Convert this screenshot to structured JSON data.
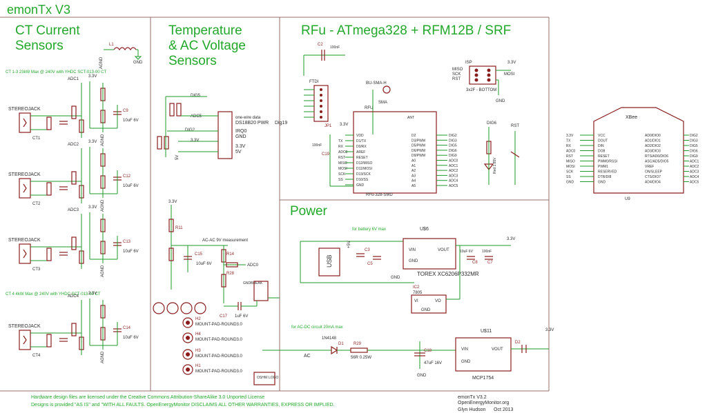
{
  "title": "emonTx V3",
  "sections": {
    "ct": {
      "line1": "CT Current",
      "line2": "Sensors"
    },
    "temp": {
      "line1": "Temperature",
      "line2": "& AC Voltage",
      "line3": "Sensors"
    },
    "rfu": {
      "title": "RFu - ATmega328 + RFM12B / SRF"
    },
    "power": {
      "title": "Power"
    }
  },
  "ct_panel": {
    "note_top": "CT 1-3 23kW Max @ 240V with YHDC SCT-013-00 CT",
    "note_bottom": "CT 4 4kW Max @ 240V with YHDC SCT-013-00 CT",
    "jacks": [
      "STEREOJACK",
      "STEREOJACK",
      "STEREOJACK",
      "STEREOJACK"
    ],
    "ct_labels": [
      "CT1",
      "CT2",
      "CT3",
      "CT4"
    ],
    "adc_labels": [
      "ADC1",
      "ADC2",
      "ADC3",
      "ADC4"
    ],
    "caps": [
      "C9",
      "C12",
      "C13",
      "C14"
    ],
    "cap_values": [
      "10uF 6V",
      "10uF 6V",
      "10uF 6V",
      "10uF 6V"
    ],
    "rail": "3.3V",
    "agnd": "AGND",
    "inductor": "L1",
    "gnd": "GND"
  },
  "temp_panel": {
    "dig5": "DIG5",
    "adc5": "ADC5",
    "dig2": "DIG2",
    "onewire": "one-wire data",
    "ds18b20": "DS18B20 PWR",
    "dig19": "Dig19",
    "irq": "IRQ0",
    "gnd": "GND",
    "v33": "3.3V",
    "v5": "5V",
    "ac_measure": "AC-AC 9V measurement",
    "adc0": "ADC0",
    "c15": "C15",
    "c15v": "10uF 6V",
    "c17": "C17",
    "c17v": "1uF 6V",
    "r11": "R11",
    "r14": "R14",
    "r28": "R28",
    "mount": [
      "MOUNT-PAD-ROUND3.0",
      "MOUNT-PAD-ROUND3.0",
      "MOUNT-PAD-ROUND3.0",
      "MOUNT-PAD-ROUND3.0"
    ],
    "holes": [
      "H2",
      "H4",
      "H3",
      "H1"
    ],
    "oshw": "OSHW LOGO",
    "gndbreak": "GNDBREAK"
  },
  "rfu_panel": {
    "ftdi": "FTDI",
    "jp1": "JP1",
    "ufl": "BU-SMA-H",
    "sma": "SMA",
    "rfu_label": "RFU",
    "chip_name": "RFu-328-SMD",
    "left_pins": [
      "VDD",
      "D1/TX",
      "D0/RX",
      "AREF",
      "RESET",
      "D12/MISO",
      "D11/MOSI",
      "D13/SCK",
      "D10/SS",
      "GND"
    ],
    "right_pins": [
      "D2",
      "D3/PWM",
      "D5/PWM",
      "D6/PWM",
      "D9/PWM",
      "A0",
      "A1",
      "A2",
      "A3",
      "A4",
      "A5"
    ],
    "left_nets": [
      "TX",
      "RX",
      "ADC0",
      "RST",
      "MISO",
      "MOSI",
      "SCK",
      "SS"
    ],
    "right_nets": [
      "DIG2",
      "DIG3",
      "DIG5",
      "DIG6",
      "DIG9",
      "ADC0",
      "ADC1",
      "ADC2",
      "ADC3",
      "ADC4",
      "ADC5"
    ],
    "isp": "ISP",
    "isp_nets": [
      "MISO",
      "SCK",
      "RST",
      "MOSI"
    ],
    "isp_label": "3x2F - BOTTOM",
    "dig6": "DIG6",
    "rst": "RST",
    "led": "Red 1.85V",
    "v33": "3.3V",
    "gnd": "GND",
    "c19": "C19",
    "c19v": "100nF",
    "c2": "C2",
    "c2v": "100nF"
  },
  "xbee": {
    "title": "XBee",
    "u9": "U9",
    "left_pins": [
      "VCC",
      "DOUT",
      "DIN",
      "DO8",
      "RESET",
      "PWM0/RSSI",
      "PWM1",
      "RESERVED",
      "DTR/DI8",
      "GND"
    ],
    "right_pins": [
      "AD0/DIO0",
      "AD1/DIO1",
      "AD2/DIO2",
      "AD3/DIO3",
      "RTS/AD6/DIO6",
      "ASC/AD5/DIO5",
      "VREF",
      "ON/SLEEP",
      "CTS/DIO7",
      "AD4/DIO4"
    ],
    "left_nets": [
      "3.3V",
      "TX",
      "RX",
      "ADC0",
      "RST",
      "MISO",
      "MOSI",
      "SCK",
      "SS",
      "GND"
    ],
    "right_nets": [
      "DIG2",
      "DIG3",
      "DIG5",
      "DIG6",
      "DIG9",
      "ADC1",
      "ADC2",
      "ADC3",
      "ADC4",
      "ADC5"
    ]
  },
  "power_panel": {
    "battery_note": "for battery 6V max",
    "usb": "USB",
    "u6": "U$6",
    "torex": "TOREX XC6206P332MR",
    "vin": "VIN",
    "vout": "VOUT",
    "gnd": "GND",
    "v33": "3.3V",
    "v5": "+5V",
    "c3": "C3",
    "c5": "C5",
    "c7": "C7",
    "c8": "C8",
    "c8v": "10uF 6V",
    "c7v": "100nF",
    "ic2": "IC2",
    "ic2v": "7805",
    "vi": "VI",
    "vo": "VO",
    "ac_note": "for AC-DC circuit 20mA max",
    "diode": "1N4148",
    "d1": "D1",
    "r29": "R29",
    "r29v": "56R 0.25W",
    "ac": "AC",
    "c18": "C18",
    "c18v": "47uF 16V",
    "u11": "U$11",
    "mcp": "MCP1754",
    "d2": "D2"
  },
  "footer": {
    "license1": "Hardware design files are licensed under the Creative Commons Attribution-ShareAlike 3.0 Unported License",
    "license2": "Designs is provided \"AS IS\" and \"WITH ALL FAULTS. OpenEnergyMonitor DISCLAIMS ALL OTHER WARRANTIES, EXPRESS OR IMPLIED.",
    "board": "emonTx V3.2",
    "org": "OpenEnergyMonitor.org",
    "author": "Glyn Hudson",
    "date": "Oct 2013"
  }
}
